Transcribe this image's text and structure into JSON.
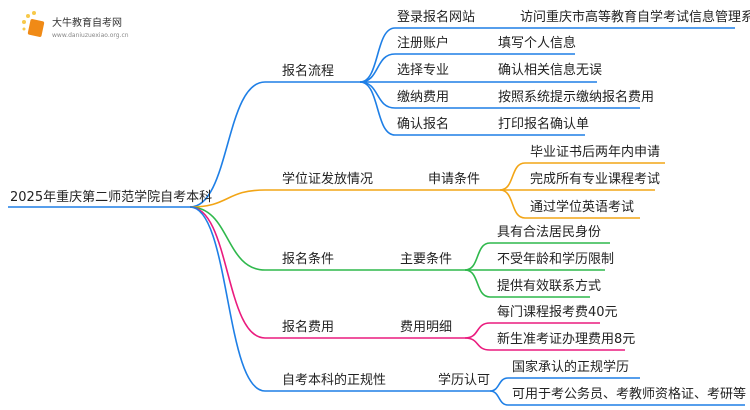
{
  "logo": {
    "title": "大牛教育自考网",
    "url": "www.daniuzuexiao.org.cn"
  },
  "root": "2025年重庆第二师范学院自考本科",
  "colors": {
    "b1": "#1e7fe6",
    "b2": "#f2a516",
    "b3": "#2fb84c",
    "b4": "#ea1b7e",
    "b5": "#1e7fe6"
  },
  "branches": [
    {
      "label": "报名流程",
      "children": [
        {
          "label": "登录报名网站",
          "leaf": "访问重庆市高等教育自学考试信息管理系统"
        },
        {
          "label": "注册账户",
          "leaf": "填写个人信息"
        },
        {
          "label": "选择专业",
          "leaf": "确认相关信息无误"
        },
        {
          "label": "缴纳费用",
          "leaf": "按照系统提示缴纳报名费用"
        },
        {
          "label": "确认报名",
          "leaf": "打印报名确认单"
        }
      ]
    },
    {
      "label": "学位证发放情况",
      "sub": "申请条件",
      "leaves": [
        "毕业证书后两年内申请",
        "完成所有专业课程考试",
        "通过学位英语考试"
      ]
    },
    {
      "label": "报名条件",
      "sub": "主要条件",
      "leaves": [
        "具有合法居民身份",
        "不受年龄和学历限制",
        "提供有效联系方式"
      ]
    },
    {
      "label": "报名费用",
      "sub": "费用明细",
      "leaves": [
        "每门课程报考费40元",
        "新生准考证办理费用8元"
      ]
    },
    {
      "label": "自考本科的正规性",
      "sub": "学历认可",
      "leaves": [
        "国家承认的正规学历",
        "可用于考公务员、考教师资格证、考研等"
      ]
    }
  ]
}
